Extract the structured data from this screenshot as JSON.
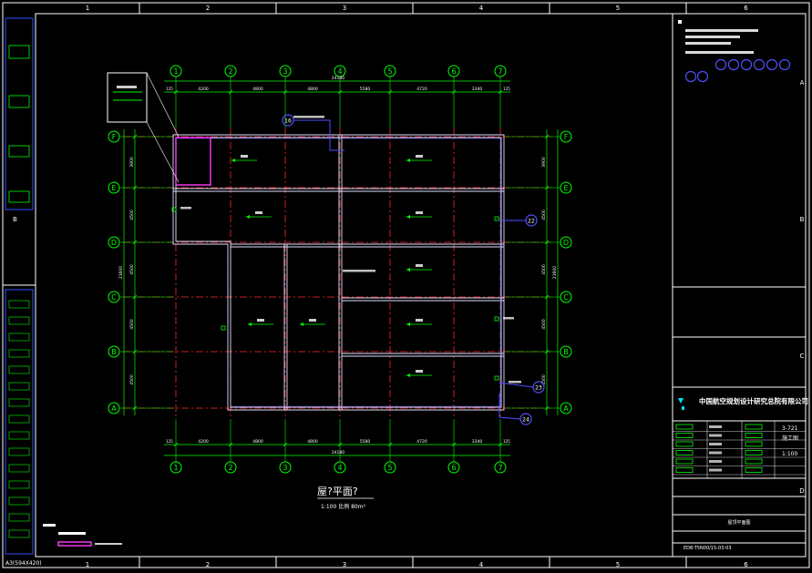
{
  "frame": {
    "top_cols": [
      "1",
      "2",
      "3",
      "4",
      "5",
      "6"
    ],
    "bottom_cols": [
      "1",
      "2",
      "3",
      "4",
      "5",
      "6"
    ],
    "right_rows": [
      "A",
      "B",
      "C",
      "D"
    ],
    "left_row": "B"
  },
  "plan": {
    "grid_x": [
      "1",
      "2",
      "3",
      "4",
      "5",
      "6",
      "7"
    ],
    "grid_y": [
      "F",
      "E",
      "D",
      "C",
      "B",
      "A"
    ],
    "dims_top": [
      "4200",
      "4800",
      "4800",
      "5580",
      "4720",
      "3340"
    ],
    "dims_bottom": [
      "4200",
      "4800",
      "4800",
      "5580",
      "4720",
      "3340"
    ],
    "total_top": "24180",
    "total_bottom": "24180",
    "end_dim": "125",
    "dims_left": [
      "3900",
      "4500",
      "4500",
      "4500",
      "4500"
    ],
    "dims_right": [
      "3900",
      "4500",
      "4500",
      "4500",
      "4500"
    ],
    "total_left": "21600",
    "total_right": "21600",
    "callout_numbers": [
      "16",
      "22",
      "23",
      "24"
    ],
    "title": "屋?平面?",
    "subtitle": "1:100  比例  80m²"
  },
  "title_block": {
    "company": "中国航空规划设计研究总院有限公司",
    "project_no": "3-721",
    "stage": "施工图",
    "scale": "1:100",
    "drawing_name": "屋顶平面图",
    "drawing_no": "EDB-T5N00/15-03-03",
    "sheet_size": "A3(594X420)"
  },
  "colors": {
    "frame": "#ffffff",
    "grid": "#00ff00",
    "axis_line": "#ff2a2a",
    "wall": "#e0e0ff",
    "accent": "#5050ff",
    "highlight": "#ff3cff",
    "cyan": "#00e0ff"
  }
}
